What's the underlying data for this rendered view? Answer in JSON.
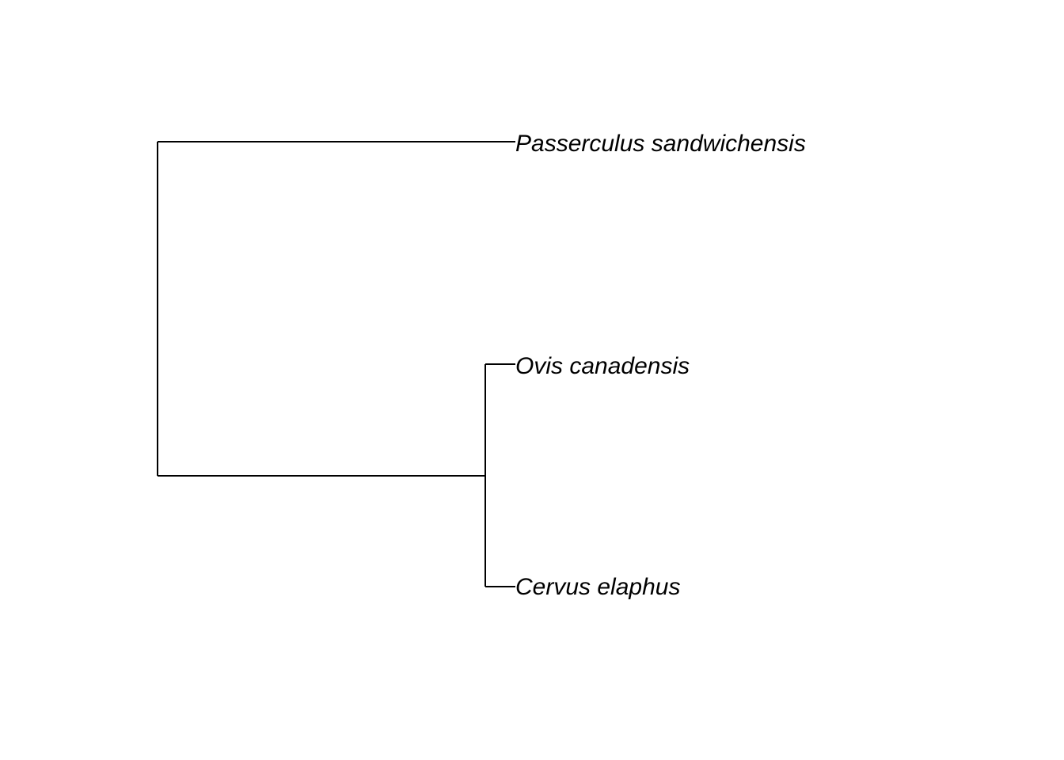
{
  "tree": {
    "type": "phylogram",
    "orientation": "rightwards",
    "branch_color": "#000000",
    "tips": [
      {
        "id": "passerculus",
        "label": "Passerculus sandwichensis"
      },
      {
        "id": "ovis",
        "label": "Ovis canadensis"
      },
      {
        "id": "cervus",
        "label": "Cervus elaphus"
      }
    ],
    "clades": [
      {
        "id": "root",
        "children": [
          "passerculus",
          "ungulates"
        ]
      },
      {
        "id": "ungulates",
        "children": [
          "ovis",
          "cervus"
        ]
      }
    ]
  }
}
